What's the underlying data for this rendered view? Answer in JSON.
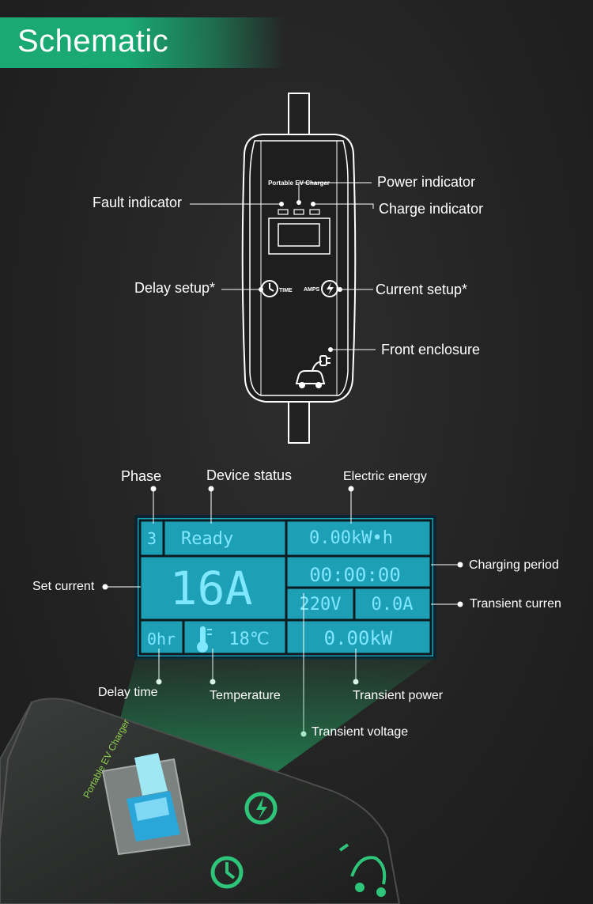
{
  "title": "Schematic",
  "device": {
    "brand_label": "Portable EV Charger",
    "time_button_text": "TIME",
    "amps_button_text": "AMPS"
  },
  "charger_labels": {
    "power_indicator": "Power indicator",
    "fault_indicator": "Fault indicator",
    "charge_indicator": "Charge indicator",
    "delay_setup": "Delay setup*",
    "current_setup": "Current setup*",
    "front_enclosure": "Front enclosure"
  },
  "display_labels": {
    "phase": "Phase",
    "device_status": "Device status",
    "electric_energy": "Electric energy",
    "set_current": "Set current",
    "charging_period": "Charging period",
    "transient_current": "Transient curren",
    "delay_time": "Delay time",
    "temperature": "Temperature",
    "transient_power": "Transient power",
    "transient_voltage": "Transient voltage"
  },
  "lcd": {
    "phase": "3",
    "status": "Ready",
    "energy": "0.00kW•h",
    "current": "16A",
    "period": "00:00:00",
    "voltage": "220V",
    "transient_current": "0.0A",
    "delay": "0hr",
    "temperature": "18℃",
    "power": "0.00kW"
  },
  "colors": {
    "accent": "#1aa873",
    "lcd_background": "#1d9fb6",
    "lcd_text": "#7fe7ff",
    "lcd_frame": "#0d1a1e",
    "background": "#232323"
  }
}
